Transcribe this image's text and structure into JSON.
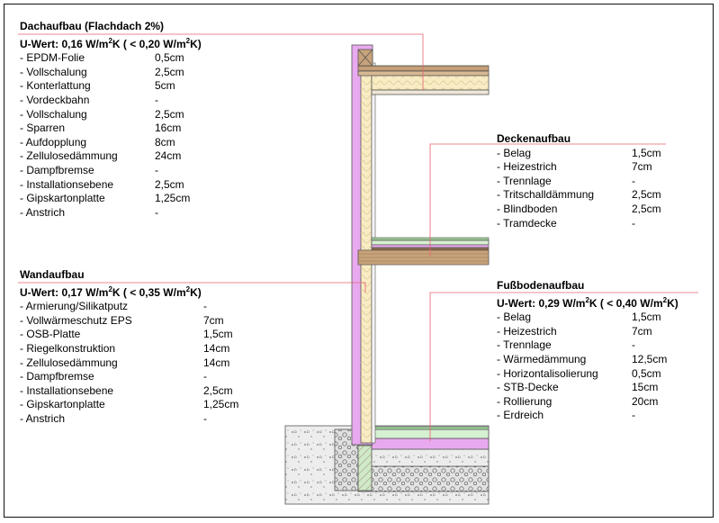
{
  "roof": {
    "title": "Dachaufbau (Flachdach 2%)",
    "uwert_pre": "U-Wert: 0,16 W/m",
    "uwert_sup": "2",
    "uwert_post": "K ( < 0,20 W/m",
    "uwert_sup2": "2",
    "uwert_end": "K)",
    "layers": [
      {
        "name": "- EPDM-Folie",
        "value": "0,5cm"
      },
      {
        "name": "- Vollschalung",
        "value": "2,5cm"
      },
      {
        "name": "- Konterlattung",
        "value": "5cm"
      },
      {
        "name": "- Vordeckbahn",
        "value": "-"
      },
      {
        "name": "- Vollschalung",
        "value": "2,5cm"
      },
      {
        "name": "- Sparren",
        "value": "16cm"
      },
      {
        "name": "- Aufdopplung",
        "value": "8cm"
      },
      {
        "name": "- Zellulosedämmung",
        "value": "24cm"
      },
      {
        "name": "- Dampfbremse",
        "value": "-"
      },
      {
        "name": "- Installationsebene",
        "value": "2,5cm"
      },
      {
        "name": "- Gipskartonplatte",
        "value": "1,25cm"
      },
      {
        "name": "- Anstrich",
        "value": "-"
      }
    ]
  },
  "wall": {
    "title": "Wandaufbau",
    "uwert_pre": "U-Wert: 0,17 W/m",
    "uwert_sup": "2",
    "uwert_post": "K ( < 0,35 W/m",
    "uwert_sup2": "2",
    "uwert_end": "K)",
    "layers": [
      {
        "name": "- Armierung/Silikatputz",
        "value": "-"
      },
      {
        "name": "- Vollwärmeschutz EPS",
        "value": "7cm"
      },
      {
        "name": "- OSB-Platte",
        "value": "1,5cm"
      },
      {
        "name": "- Riegelkonstruktion",
        "value": "14cm"
      },
      {
        "name": "- Zellulosedämmung",
        "value": "14cm"
      },
      {
        "name": "- Dampfbremse",
        "value": "-"
      },
      {
        "name": "- Installationsebene",
        "value": "2,5cm"
      },
      {
        "name": "- Gipskartonplatte",
        "value": "1,25cm"
      },
      {
        "name": "- Anstrich",
        "value": "-"
      }
    ]
  },
  "ceiling": {
    "title": "Deckenaufbau",
    "layers": [
      {
        "name": "- Belag",
        "value": "1,5cm"
      },
      {
        "name": "- Heizestrich",
        "value": "7cm"
      },
      {
        "name": "- Trennlage",
        "value": "-"
      },
      {
        "name": "- Tritschalldämmung",
        "value": "2,5cm"
      },
      {
        "name": "- Blindboden",
        "value": "2,5cm"
      },
      {
        "name": "- Tramdecke",
        "value": "-"
      }
    ]
  },
  "floor": {
    "title": "Fußbodenaufbau",
    "uwert_pre": "U-Wert: 0,29 W/m",
    "uwert_sup": "2",
    "uwert_post": "K ( < 0,40 W/m",
    "uwert_sup2": "2",
    "uwert_end": "K)",
    "layers": [
      {
        "name": "- Belag",
        "value": "1,5cm"
      },
      {
        "name": "- Heizestrich",
        "value": "7cm"
      },
      {
        "name": "- Trennlage",
        "value": "-"
      },
      {
        "name": "- Wärmedämmung",
        "value": "12,5cm"
      },
      {
        "name": "- Horizontalisolierung",
        "value": "0,5cm"
      },
      {
        "name": "- STB-Decke",
        "value": "15cm"
      },
      {
        "name": "- Rollierung",
        "value": "20cm"
      },
      {
        "name": "- Erdreich",
        "value": "-"
      }
    ]
  },
  "colors": {
    "leader": "#e8626e",
    "eps": "#e9a9ef",
    "insulation": "#f8ecc4",
    "timber": "#c7a27a",
    "screed": "#d6f0d2",
    "concrete": "#e7e7e7",
    "gravel": "#d9d9d9"
  }
}
